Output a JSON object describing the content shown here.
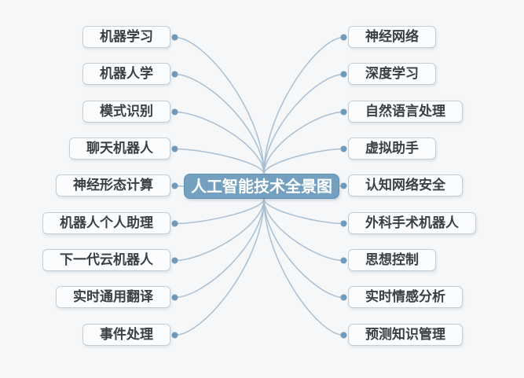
{
  "center": {
    "label": "人工智能技术全景图"
  },
  "left": {
    "items": [
      {
        "label": "机器学习"
      },
      {
        "label": "机器人学"
      },
      {
        "label": "模式识别"
      },
      {
        "label": "聊天机器人"
      },
      {
        "label": "神经形态计算"
      },
      {
        "label": "机器人个人助理"
      },
      {
        "label": "下一代云机器人"
      },
      {
        "label": "实时通用翻译"
      },
      {
        "label": "事件处理"
      }
    ]
  },
  "right": {
    "items": [
      {
        "label": "神经网络"
      },
      {
        "label": "深度学习"
      },
      {
        "label": "自然语言处理"
      },
      {
        "label": "虚拟助手"
      },
      {
        "label": "认知网络安全"
      },
      {
        "label": "外科手术机器人"
      },
      {
        "label": "思想控制"
      },
      {
        "label": "实时情感分析"
      },
      {
        "label": "预测知识管理"
      }
    ]
  },
  "colors": {
    "background": "#f6f7f8",
    "box_fill": "#fafcfd",
    "box_border": "#c3ced8",
    "box_text": "#3b3f44",
    "center_fill": "#74a0c0",
    "center_border": "#5f8db0",
    "center_text": "#ffffff",
    "line": "#a9bfd3",
    "dot": "#7199ba"
  }
}
